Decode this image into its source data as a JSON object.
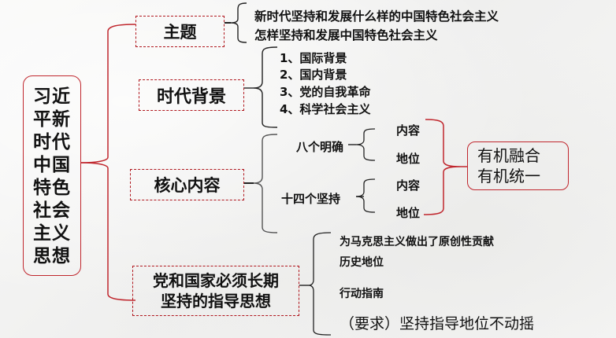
{
  "root": {
    "title_lines": [
      "习近",
      "平新",
      "时代",
      "中国",
      "特色",
      "社会",
      "主义",
      "思想"
    ]
  },
  "branches": {
    "theme": {
      "label": "主题",
      "items": [
        "新时代坚持和发展什么样的中国特色社会主义",
        "怎样坚持和发展中国特色社会主义"
      ]
    },
    "background": {
      "label": "时代背景",
      "items": [
        "1、国际背景",
        "2、国内背景",
        "3、党的自我革命",
        "4、科学社会主义"
      ]
    },
    "core": {
      "label": "核心内容",
      "groups": [
        {
          "label": "八个明确",
          "items": [
            "内容",
            "地位"
          ]
        },
        {
          "label": "十四个坚持",
          "items": [
            "内容",
            "地位"
          ]
        }
      ],
      "summary": [
        "有机融合",
        "有机统一"
      ]
    },
    "guide": {
      "label_lines": [
        "党和国家必须长期",
        "坚持的指导思想"
      ],
      "items": [
        "为马克思主义做出了原创性贡献",
        "历史地位",
        "行动指南",
        "（要求）坚持指导地位不动摇"
      ]
    }
  },
  "colors": {
    "accent_red": "#c0262d",
    "dash_red": "#b0161d",
    "bracket_dark": "#222222"
  }
}
